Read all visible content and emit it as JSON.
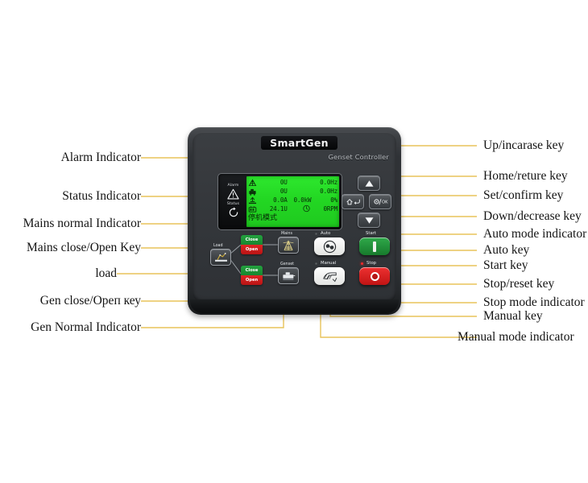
{
  "device": {
    "brand": "SmartGen",
    "subtitle": "Genset Controller",
    "indicators": [
      {
        "name": "alarm",
        "label": "Alarm",
        "icon": "warning-triangle-icon"
      },
      {
        "name": "status",
        "label": "Status",
        "icon": "circular-arrow-icon"
      }
    ],
    "lcd": {
      "rows": [
        {
          "icon": "mains-icon",
          "col1": "0U",
          "col2": "",
          "col3": "0.0Hz"
        },
        {
          "icon": "genset-icon",
          "col1": "0U",
          "col2": "",
          "col3": "0.0Hz"
        },
        {
          "icon": "load-icon",
          "col1": "0.0A",
          "col2": "0.0kW",
          "col3": "0%"
        },
        {
          "icon": "battery-icon",
          "col1": "24.1U",
          "col2": "",
          "col3": "0RPM"
        }
      ],
      "mode_text": "停机模式"
    },
    "nav_keys": [
      {
        "name": "up-key",
        "icon": "triangle-up-icon"
      },
      {
        "name": "home-key",
        "icon": "home-return-icon"
      },
      {
        "name": "set-key",
        "icon": "set-ok-icon"
      },
      {
        "name": "down-key",
        "icon": "triangle-down-icon"
      }
    ],
    "breaker_panel": {
      "load_label": "Load",
      "mains_label": "Mains",
      "genset_label": "Genset",
      "close_label": "Close",
      "open_label": "Open"
    },
    "mode_buttons": [
      {
        "name": "auto",
        "label": "Auto",
        "icon": "auto-spiral-icon"
      },
      {
        "name": "start",
        "label": "Start",
        "icon": "start-bar-icon"
      },
      {
        "name": "manual",
        "label": "Manual",
        "icon": "manual-hand-icon"
      },
      {
        "name": "stop",
        "label": "Stop",
        "icon": "stop-circle-icon"
      }
    ]
  },
  "callouts": {
    "left": [
      {
        "key": "alarm-indicator",
        "text": "Alarm Indicator"
      },
      {
        "key": "status-indicator",
        "text": "Status Indicator"
      },
      {
        "key": "mains-normal-indicator",
        "text": "Mains normal Indicator"
      },
      {
        "key": "mains-close-open-key",
        "text": "Mains close/Open Key"
      },
      {
        "key": "load",
        "text": "load"
      },
      {
        "key": "gen-close-open-key",
        "text": "Gen close/Opeп кеу"
      },
      {
        "key": "gen-normal-indicator",
        "text": "Gen Normal Indicator"
      }
    ],
    "right": [
      {
        "key": "up-increase-key",
        "text": "Up/incarase key"
      },
      {
        "key": "home-return-key",
        "text": "Home/reture key"
      },
      {
        "key": "set-confirm-key",
        "text": "Set/confirm key"
      },
      {
        "key": "down-decrease-key",
        "text": "Down/decrease key"
      },
      {
        "key": "auto-mode-indicator",
        "text": "Auto mode indicator"
      },
      {
        "key": "auto-key",
        "text": "Auto key"
      },
      {
        "key": "start-key",
        "text": "Start key"
      },
      {
        "key": "stop-reset-key",
        "text": "Stop/reset key"
      },
      {
        "key": "stop-mode-indicator",
        "text": "Stop mode indicator"
      },
      {
        "key": "manual-key",
        "text": "Manual key"
      },
      {
        "key": "manual-mode-indicator",
        "text": "Manual mode indicator"
      }
    ]
  },
  "colors": {
    "background": "#ffffff",
    "leader_line": "#e8c35a",
    "lcd_green": "#23d723",
    "close_green": "#1d9438",
    "open_red": "#d01f1f",
    "start_green": "#22923a",
    "stop_red": "#d62222"
  }
}
